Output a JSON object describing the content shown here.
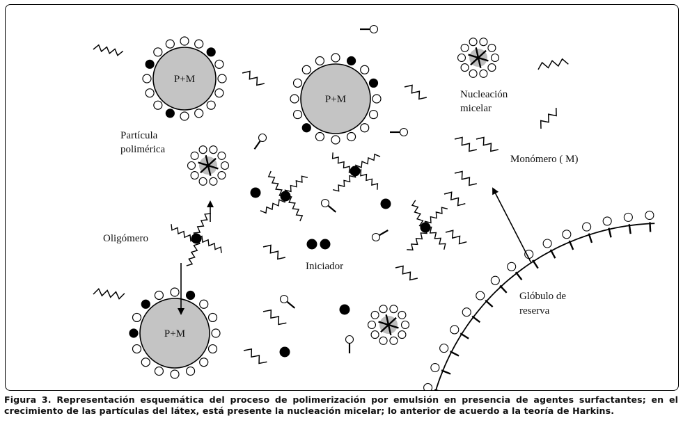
{
  "figure": {
    "labels": {
      "particle_1": "P+M",
      "particle_2": "P+M",
      "particle_3": "P+M",
      "particula_line1": "Partícula",
      "particula_line2": "polimérica",
      "nucleacion_line1": "Nucleación",
      "nucleacion_line2": "micelar",
      "monomero": "Monómero ( M)",
      "oligomero": "Oligómero",
      "iniciador": "Iniciador",
      "globulo_line1": "Glóbulo de",
      "globulo_line2": "reserva"
    }
  },
  "caption": {
    "line1": "Figura 3. Representación esquemática del proceso de polimerización por emulsión en presencia de agentes surfactantes; en el",
    "line2": "crecimiento de las partículas del látex, está presente la nucleación micelar; lo anterior de acuerdo a la teoría de Harkins."
  }
}
